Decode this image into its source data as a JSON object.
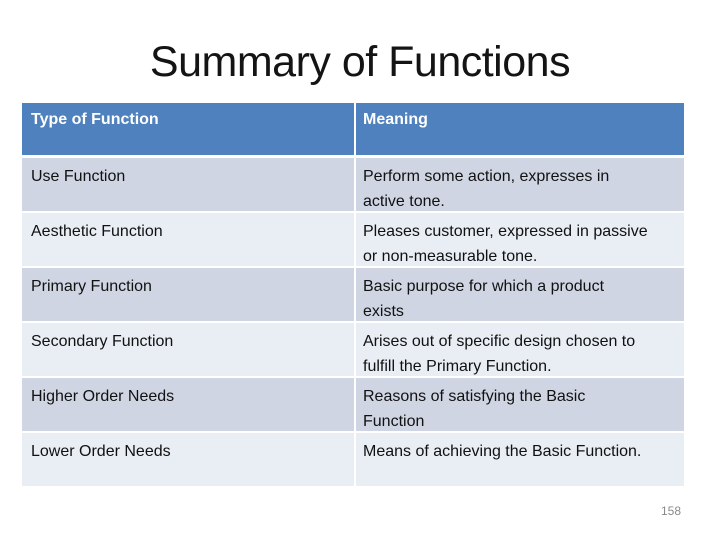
{
  "slide": {
    "title": "Summary of Functions",
    "page_number": "158"
  },
  "table": {
    "headers": {
      "type": "Type of Function",
      "meaning": "Meaning"
    },
    "rows": [
      {
        "type": "Use Function",
        "meaning": "Perform some action, expresses in\nactive tone."
      },
      {
        "type": "Aesthetic Function",
        "meaning": "Pleases customer, expressed in passive\nor non-measurable tone."
      },
      {
        "type": "Primary Function",
        "meaning": "Basic purpose for which a product\nexists"
      },
      {
        "type": "Secondary Function",
        "meaning": "Arises out of specific design chosen to\nfulfill the Primary Function."
      },
      {
        "type": "Higher Order Needs",
        "meaning": "Reasons of satisfying the Basic\nFunction"
      },
      {
        "type": "Lower Order Needs",
        "meaning": "Means of achieving the Basic Function."
      }
    ],
    "colors": {
      "header_bg": "#4E81BD",
      "header_text": "#FFFFFF",
      "band_dark": "#CFD5E3",
      "band_light": "#E9EDF4",
      "page_number_text": "#8A8A8A"
    }
  }
}
